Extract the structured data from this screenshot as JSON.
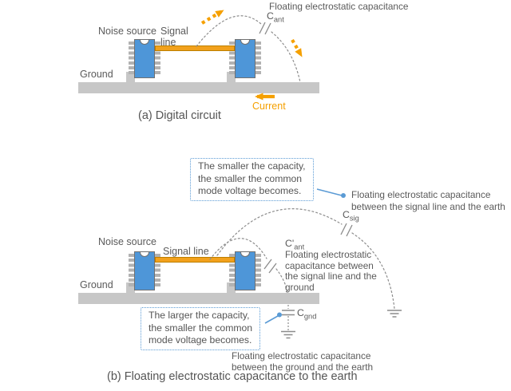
{
  "colors": {
    "accent_orange": "#F5A000",
    "chip_blue": "#4E96D8",
    "ground_gray": "#C7C7C7",
    "signal_orange": "#F2A11C",
    "callout_blue": "#5B9BD5",
    "line_gray": "#8C8C8C",
    "text_gray": "#5A5A5A"
  },
  "panel_a": {
    "caption": "(a) Digital circuit",
    "floating_cap_label": "Floating electrostatic capacitance",
    "c_ant": {
      "main": "C",
      "sub": "ant"
    },
    "noise_source": "Noise source",
    "signal_line_l1": "Signal",
    "signal_line_l2": "line",
    "ground": "Ground",
    "current": "Current"
  },
  "panel_b": {
    "caption": "(b) Floating electrostatic capacitance to the earth",
    "noise_source": "Noise source",
    "signal_line": "Signal line",
    "ground": "Ground",
    "callout_smaller": {
      "l1": "The smaller the capacity,",
      "l2": "the smaller the common",
      "l3": "mode voltage becomes."
    },
    "callout_larger": {
      "l1": "The larger the capacity,",
      "l2": "the smaller the common",
      "l3": "mode voltage becomes."
    },
    "c_sig": {
      "main": "C",
      "sub": "sig"
    },
    "c_sig_desc": {
      "l1": "Floating electrostatic capacitance",
      "l2": "between the signal line and the earth"
    },
    "c_ant": {
      "main": "C'",
      "sub": "ant"
    },
    "c_ant_desc": {
      "l1": "Floating electrostatic",
      "l2": "capacitance between",
      "l3": "the signal line and the",
      "l4": "ground"
    },
    "c_gnd": {
      "main": "C",
      "sub": "gnd"
    },
    "c_gnd_desc": {
      "l1": "Floating electrostatic capacitance",
      "l2": "between the ground and the earth"
    }
  }
}
